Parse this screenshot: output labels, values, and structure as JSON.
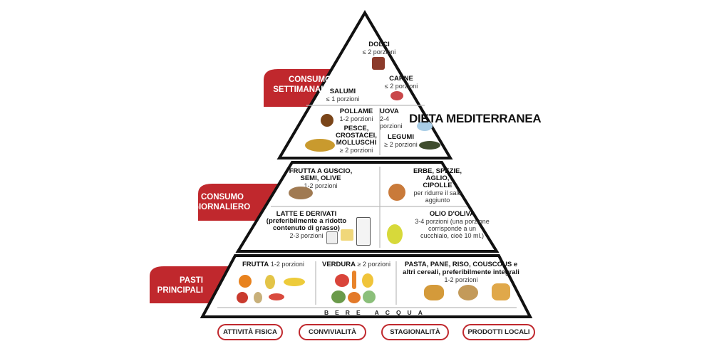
{
  "title": "DIETA MEDITERRANEA",
  "levels": {
    "weekly": {
      "label_1": "CONSUMO",
      "label_2": "SETTIMANALE",
      "items": [
        {
          "name": "DOLCI",
          "portion": "≤ 2 porzioni"
        },
        {
          "name": "CARNE",
          "portion": "≤ 2 porzioni"
        },
        {
          "name": "SALUMI",
          "portion": "≤ 1 porzioni"
        },
        {
          "name": "POLLAME",
          "portion": "1-2 porzioni"
        },
        {
          "name": "UOVA",
          "portion": "2-4 porzioni"
        },
        {
          "name": "PESCE, CROSTACEI, MOLLUSCHI",
          "portion": "≥ 2 porzioni"
        },
        {
          "name": "LEGUMI",
          "portion": "≥ 2 porzioni"
        }
      ]
    },
    "daily": {
      "label_1": "CONSUMO",
      "label_2": "GIORNALIERO",
      "items": [
        {
          "name": "FRUTTA A GUSCIO, SEMI, OLIVE",
          "portion": "1-2 porzioni"
        },
        {
          "name": "ERBE, SPEZIE, AGLIO, CIPOLLE",
          "portion": "per ridurre il sale aggiunto"
        },
        {
          "name": "LATTE E DERIVATI (preferibilmente a ridotto contenuto di grasso)",
          "portion": "2-3 porzioni"
        },
        {
          "name": "OLIO D'OLIVA",
          "portion": "3-4 porzioni (una porzione corrisponde a un cucchiaio, cioè 10 ml.)"
        }
      ]
    },
    "meals": {
      "label_1": "PASTI",
      "label_2": "PRINCIPALI",
      "items": [
        {
          "name": "FRUTTA",
          "portion": "1-2 porzioni"
        },
        {
          "name": "VERDURA",
          "portion": "≥ 2 porzioni"
        },
        {
          "name": "PASTA, PANE, RISO, COUSCOUS e altri cereali, preferibilmente integrali",
          "portion": "1-2 porzioni"
        }
      ]
    },
    "water": "BERE ACQUA"
  },
  "lifestyle": [
    "ATTIVITÀ FISICA",
    "CONVIVIALITÀ",
    "STAGIONALITÀ",
    "PRODOTTI LOCALI"
  ],
  "colors": {
    "accent": "#c0282d",
    "outline": "#111111"
  }
}
